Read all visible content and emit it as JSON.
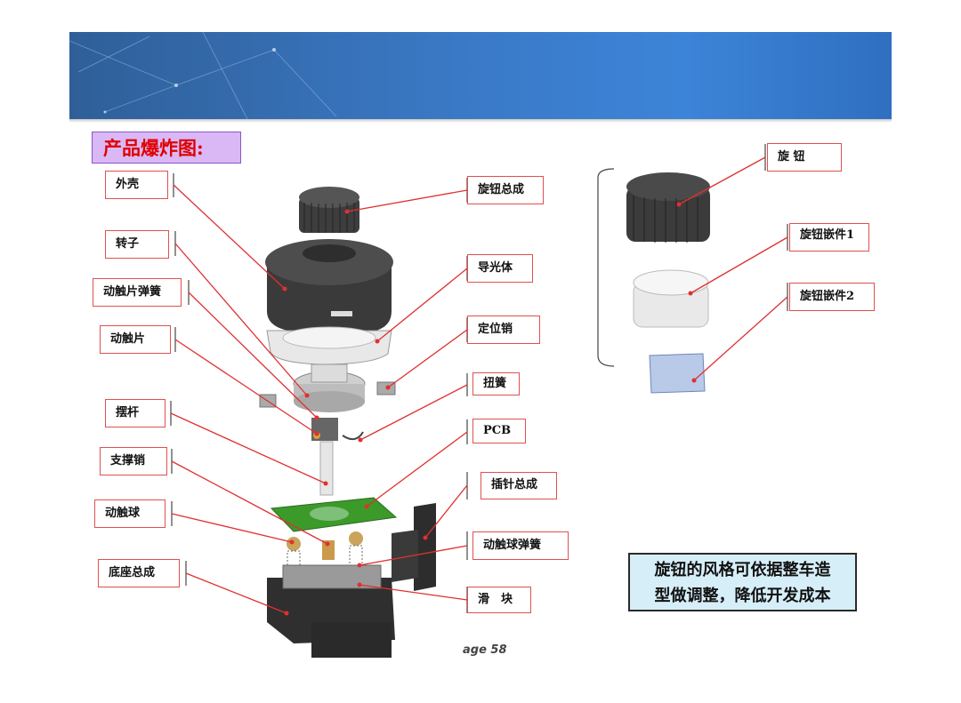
{
  "title": "产品爆炸图:",
  "left_labels": [
    {
      "id": "shell",
      "text": "外壳"
    },
    {
      "id": "rotor",
      "text": "转子"
    },
    {
      "id": "contact-spring",
      "text": "动触片弹簧"
    },
    {
      "id": "contact-plate",
      "text": "动触片"
    },
    {
      "id": "rocker",
      "text": "摆杆"
    },
    {
      "id": "support-pin",
      "text": "支撑销"
    },
    {
      "id": "contact-ball",
      "text": "动触球"
    },
    {
      "id": "base-assembly",
      "text": "底座总成"
    }
  ],
  "right_labels": [
    {
      "id": "knob-assembly",
      "text": "旋钮总成"
    },
    {
      "id": "light-guide",
      "text": "导光体"
    },
    {
      "id": "locating-pin",
      "text": "定位销"
    },
    {
      "id": "torsion-spring",
      "text": "扭簧"
    },
    {
      "id": "pcb",
      "text": "PCB"
    },
    {
      "id": "pin-assembly",
      "text": "插针总成"
    },
    {
      "id": "ball-spring",
      "text": "动触球弹簧"
    },
    {
      "id": "slider",
      "text": "滑　块"
    }
  ],
  "knob_labels": [
    {
      "id": "knob",
      "text": "旋 钮"
    },
    {
      "id": "knob-insert-1",
      "text": "旋钮嵌件1"
    },
    {
      "id": "knob-insert-2",
      "text": "旋钮嵌件2"
    }
  ],
  "note": {
    "line1": "旋钮的风格可依据整车造",
    "line2": "型做调整，降低开发成本"
  },
  "page_label": "age 58",
  "colors": {
    "banner": "#3a78c4",
    "leader": "#e03030",
    "title_bg": "#d9b8f5",
    "title_text": "#e00000",
    "note_bg": "#d6eef8"
  }
}
